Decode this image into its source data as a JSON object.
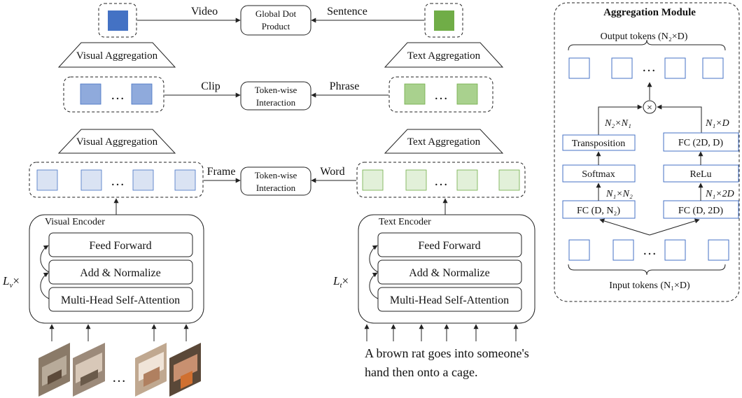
{
  "top": {
    "video_label": "Video",
    "sentence_label": "Sentence",
    "global_box": [
      "Global Dot",
      "Product"
    ],
    "visual_agg_top": "Visual Aggregation",
    "text_agg_top": "Text Aggregation",
    "clip_label": "Clip",
    "phrase_label": "Phrase",
    "token_inter_1": [
      "Token-wise",
      "Interaction"
    ],
    "visual_agg_mid": "Visual Aggregation",
    "text_agg_mid": "Text Aggregation",
    "frame_label": "Frame",
    "word_label": "Word",
    "token_inter_2": [
      "Token-wise",
      "Interaction"
    ],
    "ellipsis": "…"
  },
  "visual_encoder": {
    "title": "Visual Encoder",
    "repeat_label": "L",
    "repeat_sub": "v",
    "layers": [
      "Feed Forward",
      "Add & Normalize",
      "Multi-Head Self-Attention"
    ]
  },
  "text_encoder": {
    "title": "Text Encoder",
    "repeat_label": "L",
    "repeat_sub": "t",
    "layers": [
      "Feed Forward",
      "Add & Normalize",
      "Multi-Head Self-Attention"
    ],
    "caption": [
      "A brown rat goes into someone's",
      "hand then onto a cage."
    ]
  },
  "aggregation_module": {
    "title": "Aggregation Module",
    "output_tokens": "Output tokens (N₂×D)",
    "input_tokens": "Input tokens (N₁×D)",
    "transposition": "Transposition",
    "fc_2d_d": "FC (2D, D)",
    "softmax": "Softmax",
    "relu": "ReLu",
    "fc_d_n2": "FC (D, N₂)",
    "fc_d_2d": "FC (D, 2D)",
    "dim_n2n1": "N₂×N₁",
    "dim_n1d": "N₁×D",
    "dim_n1n2": "N₁×N₂",
    "dim_n12d": "N₁×2D",
    "ellipsis": "…",
    "otimes": "×"
  },
  "colors": {
    "video_blue": "#4472c4",
    "clip_blue": "#8faadc",
    "frame_blue": "#dae3f3",
    "sentence_green": "#70ad47",
    "phrase_green": "#a9d18e",
    "word_green": "#e2f0d9",
    "token_border": "#4472c4"
  }
}
